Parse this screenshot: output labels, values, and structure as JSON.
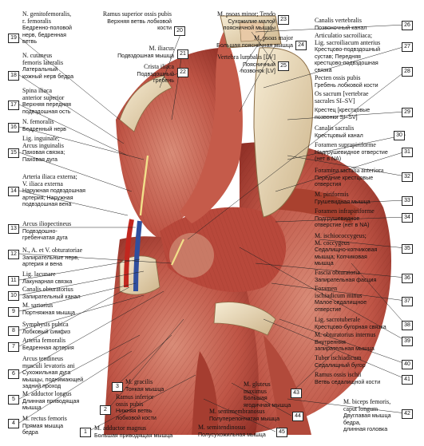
{
  "labels": [
    {
      "n": "1",
      "la": [
        "M. adductor magnus"
      ],
      "ru": [
        "Большая приводящая мышца"
      ]
    },
    {
      "n": "2",
      "la": [
        "Ramus inferior",
        "ossis pubis"
      ],
      "ru": [
        "Нижняя ветвь",
        "лобковой кости"
      ]
    },
    {
      "n": "3",
      "la": [
        "M. gracilis"
      ],
      "ru": [
        "Тонкая мышца"
      ]
    },
    {
      "n": "4",
      "la": [
        "M. rectus femoris"
      ],
      "ru": [
        "Прямая мышца",
        "бедра"
      ]
    },
    {
      "n": "5",
      "la": [
        "M. adductor longus"
      ],
      "ru": [
        "Длинная приводящая",
        "мышца"
      ]
    },
    {
      "n": "6",
      "la": [
        "Arcus tendineus",
        "musculi levatoris ani"
      ],
      "ru": [
        "Сухожильная дуга",
        "мышцы, поднимающей",
        "задний проход"
      ]
    },
    {
      "n": "7",
      "la": [
        "Arteria femoralis"
      ],
      "ru": [
        "Бедренная артерия"
      ]
    },
    {
      "n": "8",
      "la": [
        "Symphysis pubica"
      ],
      "ru": [
        "Лобковый симфиз"
      ]
    },
    {
      "n": "9",
      "la": [
        "M. sartorius"
      ],
      "ru": [
        "Портняжная мышца"
      ]
    },
    {
      "n": "10",
      "la": [
        "Canalis obturatorius"
      ],
      "ru": [
        "Запирательный канал"
      ]
    },
    {
      "n": "11",
      "la": [
        "Lig. lacunare"
      ],
      "ru": [
        "Лакунарная связка"
      ]
    },
    {
      "n": "12",
      "la": [
        "N., A. et V. obturatoriae"
      ],
      "ru": [
        "Запирательные нерв,",
        "артерия и вена"
      ]
    },
    {
      "n": "13",
      "la": [
        "Arcus iliopectineus"
      ],
      "ru": [
        "Подвздошно-",
        "гребенчатая дуга"
      ]
    },
    {
      "n": "14",
      "la": [
        "Arteria iliaca externa;",
        "V. iliaca externa"
      ],
      "ru": [
        "Наружная подвздошная",
        "артерия; Наружная",
        "подвздошная вена"
      ]
    },
    {
      "n": "15",
      "la": [
        "Lig. inguinale;",
        "Arcus inguinalis"
      ],
      "ru": [
        "Паховая связка;",
        "Паховая дуга"
      ]
    },
    {
      "n": "16",
      "la": [
        "N. femoralis"
      ],
      "ru": [
        "Бедренный нерв"
      ]
    },
    {
      "n": "17",
      "la": [
        "Spina iliaca",
        "anterior superior"
      ],
      "ru": [
        "Верхняя передняя",
        "подвздошная ость"
      ]
    },
    {
      "n": "18",
      "la": [
        "N. cutaneus",
        "femoris lateralis"
      ],
      "ru": [
        "Латеральный",
        "кожный нерв бедра"
      ]
    },
    {
      "n": "19",
      "la": [
        "N. genitofemoralis,",
        "r. femoralis"
      ],
      "ru": [
        "Бедренно-половой",
        "нерв, бедренная",
        "ветвь"
      ]
    },
    {
      "n": "20",
      "la": [
        "Ramus superior ossis pubis"
      ],
      "ru": [
        "Верхняя ветвь лобковой",
        "кости"
      ]
    },
    {
      "n": "21",
      "la": [
        "M. iliacus"
      ],
      "ru": [
        "Подвздошная мышца"
      ]
    },
    {
      "n": "22",
      "la": [
        "Crista iliaca"
      ],
      "ru": [
        "Подвздошный",
        "гребень"
      ]
    },
    {
      "n": "23",
      "la": [
        "M. psoas minor; Tendo"
      ],
      "ru": [
        "Сухожилие малой",
        "поясничной мышцы"
      ]
    },
    {
      "n": "24",
      "la": [
        "M. psoas major"
      ],
      "ru": [
        "Большая поясничная мышца"
      ]
    },
    {
      "n": "25",
      "la": [
        "Vertebra lumbalis [LV]"
      ],
      "ru": [
        "Поясничный",
        "позвонок [LV]"
      ]
    },
    {
      "n": "26",
      "la": [
        "Canalis vertebralis"
      ],
      "ru": [
        "Позвоночный канал"
      ]
    },
    {
      "n": "27",
      "la": [
        "Articulatio sacroiliaca;",
        "Lig. sacroiliacum anterius"
      ],
      "ru": [
        "Крестцово-подвздошный",
        "сустав; Передняя",
        "крестцово-подвздошная",
        "связка"
      ]
    },
    {
      "n": "28",
      "la": [
        "Pecten ossis pubis"
      ],
      "ru": [
        "Гребень лобковой кости"
      ]
    },
    {
      "n": "",
      "la": [
        "Os sacrum [vertebrae",
        "sacrales SI–SV]"
      ],
      "ru": []
    },
    {
      "n": "29",
      "la": [],
      "ru": [
        "Крестец [крестцовые",
        "позвонки SI–SV]"
      ]
    },
    {
      "n": "30",
      "la": [
        "Canalis sacralis"
      ],
      "ru": [
        "Крестцовый канал"
      ]
    },
    {
      "n": "31",
      "la": [
        "Foramen suprapiriforme"
      ],
      "ru": [
        "Надгрушевидное отверстие",
        "(нет в NA)"
      ]
    },
    {
      "n": "32",
      "la": [
        "Foramina sacralia anteriora"
      ],
      "ru": [
        "Передние крестцовые",
        "отверстия"
      ]
    },
    {
      "n": "33",
      "la": [
        "M. piriformis"
      ],
      "ru": [
        "Грушевидная мышца"
      ]
    },
    {
      "n": "34",
      "la": [
        "Foramen infrapiriforme"
      ],
      "ru": [
        "Подгрушевидное",
        "отверстие (нет в NA)"
      ]
    },
    {
      "n": "35",
      "la": [
        "M. ischiococcygeus;",
        "M. coccygeus"
      ],
      "ru": [
        "Седалищно-копчиковая",
        "мышца; Копчиковая",
        "мышца"
      ]
    },
    {
      "n": "36",
      "la": [
        "Fascia obturatoria"
      ],
      "ru": [
        "Запирательная фасция"
      ]
    },
    {
      "n": "37",
      "la": [
        "Foramen",
        "ischiadicum minus"
      ],
      "ru": [
        "Малое седалищное",
        "отверстие"
      ]
    },
    {
      "n": "38",
      "la": [
        "Lig. sacrotuberale"
      ],
      "ru": [
        "Крестцово-бугорная связка"
      ]
    },
    {
      "n": "39",
      "la": [
        "M. obturatorius internus"
      ],
      "ru": [
        "Внутренняя",
        "запирательная мышца"
      ]
    },
    {
      "n": "40",
      "la": [
        "Tuber ischiadicum"
      ],
      "ru": [
        "Седалищный бугор"
      ]
    },
    {
      "n": "41",
      "la": [
        "Ramus ossis ischii"
      ],
      "ru": [
        "Ветвь седалищной кости"
      ]
    },
    {
      "n": "42",
      "la": [
        "M. biceps femoris,",
        "caput longum"
      ],
      "ru": [
        "Двуглавая мышца",
        "бедра,",
        "длинная головка"
      ]
    },
    {
      "n": "43",
      "la": [
        "M. gluteus",
        "maximus"
      ],
      "ru": [
        "Большая",
        "ягодичная мышца"
      ]
    },
    {
      "n": "44",
      "la": [
        "M. semimembranosus"
      ],
      "ru": [
        "Полуперепончатая мышца"
      ]
    },
    {
      "n": "45",
      "la": [
        "M. semitendinosus"
      ],
      "ru": [
        "Полусухожильная мышца"
      ]
    }
  ]
}
